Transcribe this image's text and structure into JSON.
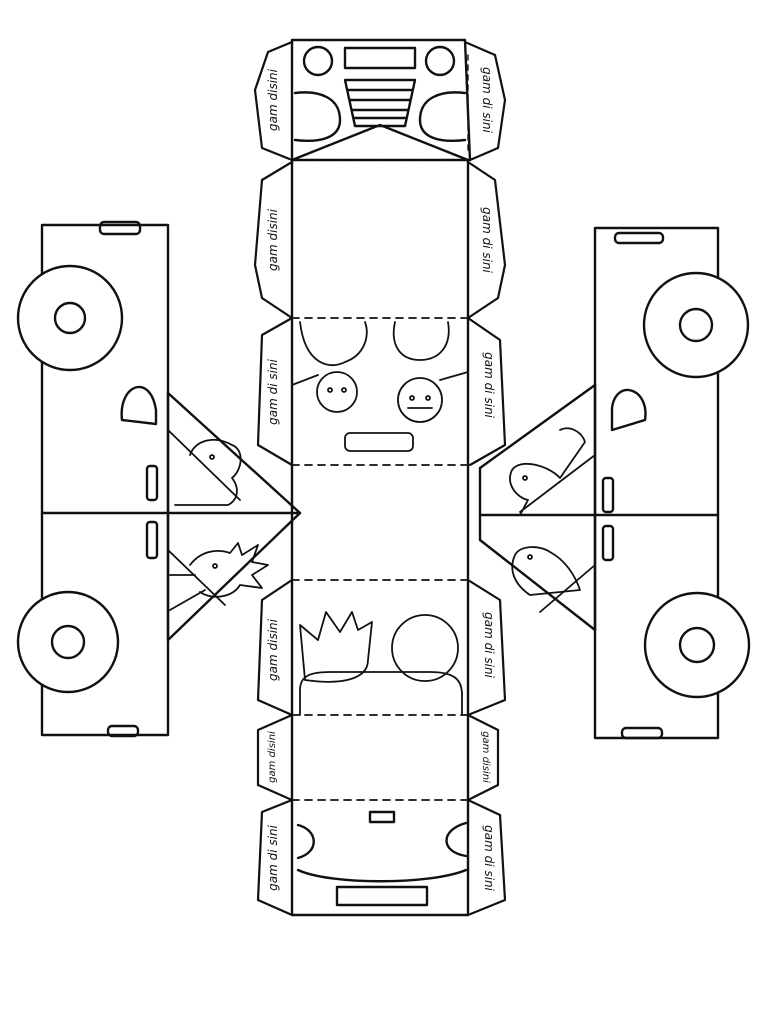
{
  "colors": {
    "ink": "#111111",
    "paper": "#ffffff"
  },
  "tabs": {
    "roof_top_left": "gam disini",
    "roof_top_right": "gam di sini",
    "windshield_left": "gam disini",
    "windshield_right": "gam di sini",
    "roof_left": "gam di sini",
    "roof_right": "gam di sini",
    "rear_window_left": "gam disini",
    "rear_window_right": "gam di sini",
    "trunk_left": "gam disini",
    "trunk_right": "gam disini",
    "rear_left": "gam di sini",
    "rear_right": "gam di sini"
  }
}
